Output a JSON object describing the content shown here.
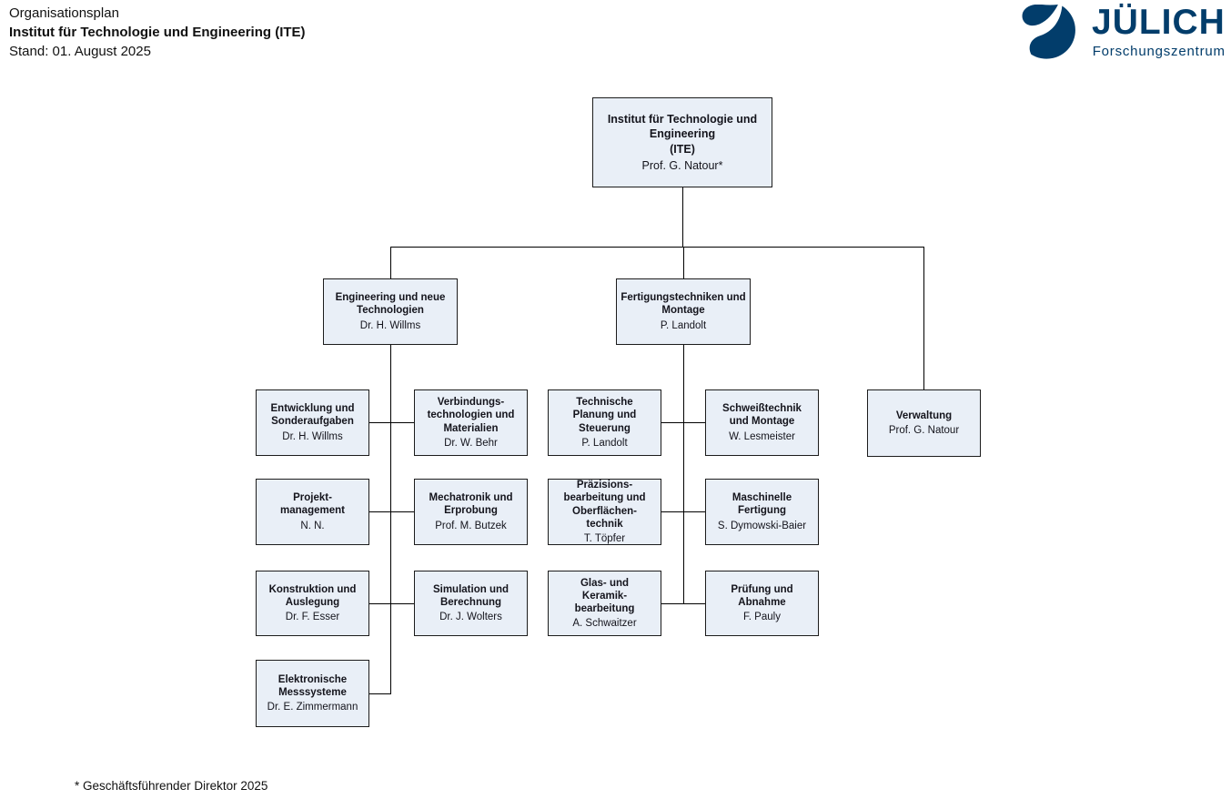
{
  "header": {
    "line1": "Organisationsplan",
    "line2": "Institut für Technologie und Engineering (ITE)",
    "line3": "Stand: 01. August 2025"
  },
  "logo": {
    "name": "JÜLICH",
    "subtitle": "Forschungszentrum",
    "brand_color": "#023d6b"
  },
  "footnote": "* Geschäftsführender Direktor 2025",
  "colors": {
    "box_fill": "#e9eff7",
    "box_border": "#1c1c1c",
    "connector": "#000000"
  },
  "org": {
    "nodes": {
      "institut": {
        "title": "Institut für Technologie und\nEngineering\n(ITE)",
        "person": "Prof. G. Natour*"
      },
      "engineering": {
        "title": "Engineering und neue\nTechnologien",
        "person": "Dr. H. Willms"
      },
      "fertigungstechniken": {
        "title": "Fertigungstechniken und\nMontage",
        "person": "P. Landolt"
      },
      "verwaltung": {
        "title": "Verwaltung",
        "person": "Prof. G. Natour"
      },
      "entwicklung": {
        "title": "Entwicklung und\nSonderaufgaben",
        "person": "Dr. H. Willms"
      },
      "verbindungstechnologien": {
        "title": "Verbindungs-\ntechnologien und\nMaterialien",
        "person": "Dr. W. Behr"
      },
      "projektmanagement": {
        "title": "Projekt-\nmanagement",
        "person": "N. N."
      },
      "mechatronik": {
        "title": "Mechatronik und\nErprobung",
        "person": "Prof. M. Butzek"
      },
      "konstruktion": {
        "title": "Konstruktion und\nAuslegung",
        "person": "Dr. F. Esser"
      },
      "simulation": {
        "title": "Simulation und\nBerechnung",
        "person": "Dr. J. Wolters"
      },
      "elektronische_messsysteme": {
        "title": "Elektronische\nMesssysteme",
        "person": "Dr. E. Zimmermann"
      },
      "technische_planung": {
        "title": "Technische\nPlanung und\nSteuerung",
        "person": "P. Landolt"
      },
      "schweisstechnik": {
        "title": "Schweißtechnik\nund Montage",
        "person": "W. Lesmeister"
      },
      "praezisionsbearbeitung": {
        "title": "Präzisions-\nbearbeitung und\nOberflächen-\ntechnik",
        "person": "T. Töpfer"
      },
      "maschinelle_fertigung": {
        "title": "Maschinelle\nFertigung",
        "person": "S. Dymowski-Baier"
      },
      "glas_keramik": {
        "title": "Glas- und\nKeramik-\nbearbeitung",
        "person": "A. Schwaitzer"
      },
      "pruefung_abnahme": {
        "title": "Prüfung und\nAbnahme",
        "person": "F. Pauly"
      }
    },
    "hierarchy": {
      "institut": [
        "engineering",
        "fertigungstechniken",
        "verwaltung"
      ],
      "engineering": [
        "entwicklung",
        "verbindungstechnologien",
        "projektmanagement",
        "mechatronik",
        "konstruktion",
        "simulation",
        "elektronische_messsysteme"
      ],
      "fertigungstechniken": [
        "technische_planung",
        "schweisstechnik",
        "praezisionsbearbeitung",
        "maschinelle_fertigung",
        "glas_keramik",
        "pruefung_abnahme"
      ]
    }
  }
}
